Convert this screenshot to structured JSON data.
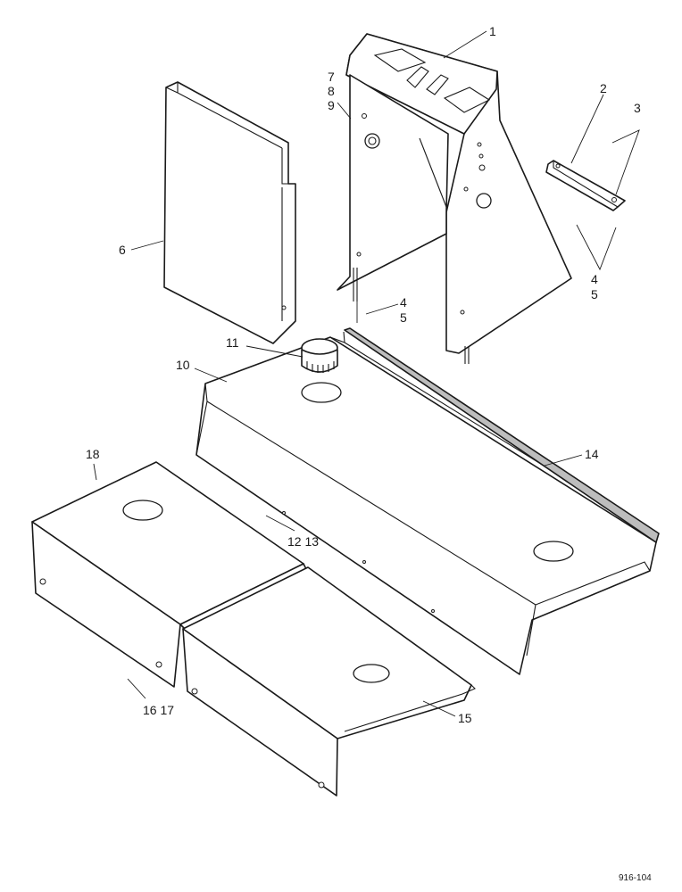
{
  "callouts": {
    "c1": "1",
    "c2": "2",
    "c3": "3",
    "c4a": "4",
    "c5a": "5",
    "c4b": "4",
    "c5b": "5",
    "c6": "6",
    "c7": "7",
    "c8": "8",
    "c9": "9",
    "c10": "10",
    "c11": "11",
    "c12_13": "12 13",
    "c14": "14",
    "c15": "15",
    "c16_17": "16 17",
    "c18": "18"
  },
  "figure_ref": "916-104"
}
